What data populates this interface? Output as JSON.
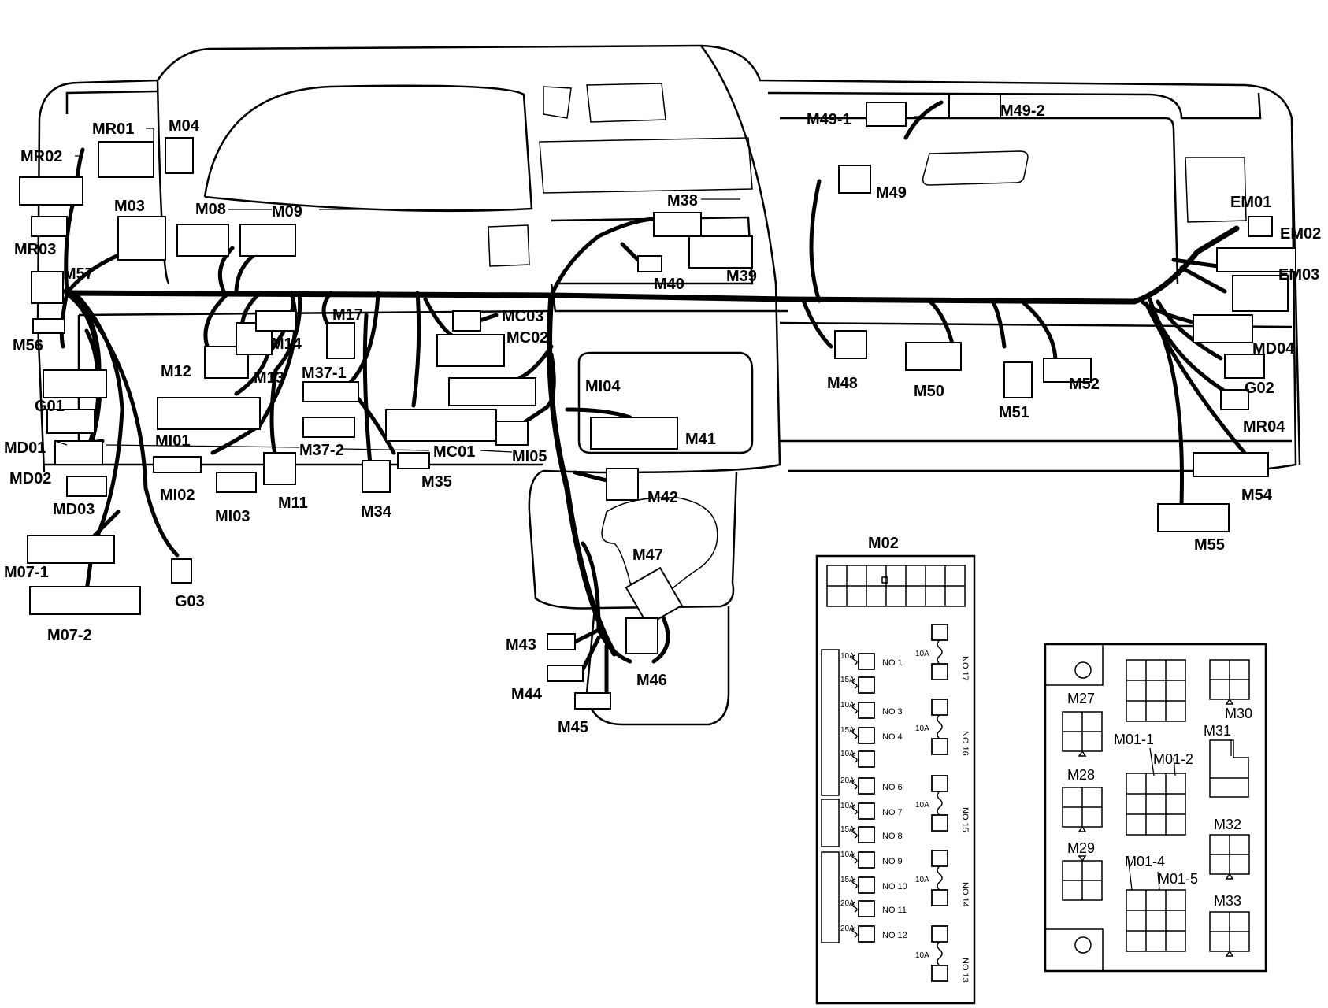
{
  "connectors": {
    "MR01": "MR01",
    "MR02": "MR02",
    "MR03": "MR03",
    "M04": "M04",
    "M03": "M03",
    "M08": "M08",
    "M09": "M09",
    "M57": "M57",
    "M56": "M56",
    "G01": "G01",
    "MD01": "MD01",
    "MD02": "MD02",
    "MD03": "MD03",
    "M07_1": "M07-1",
    "M07_2": "M07-2",
    "G03": "G03",
    "M12": "M12",
    "M13": "M13",
    "M14": "M14",
    "M17": "M17",
    "MI01": "MI01",
    "MI02": "MI02",
    "MI03": "MI03",
    "M11": "M11",
    "M37_1": "M37-1",
    "M37_2": "M37-2",
    "M34": "M34",
    "M35": "M35",
    "MC01": "MC01",
    "MC02": "MC02",
    "MC03": "MC03",
    "MI05": "MI05",
    "MI04": "MI04",
    "M41": "M41",
    "M38": "M38",
    "M39": "M39",
    "M40": "M40",
    "M42": "M42",
    "M47": "M47",
    "M46": "M46",
    "M43": "M43",
    "M44": "M44",
    "M45": "M45",
    "M49_1": "M49-1",
    "M49_2": "M49-2",
    "M49": "M49",
    "M48": "M48",
    "M50": "M50",
    "M51": "M51",
    "M52": "M52",
    "EM01": "EM01",
    "EM02": "EM02",
    "EM03": "EM03",
    "MD04": "MD04",
    "G02": "G02",
    "MR04": "MR04",
    "M54": "M54",
    "M55": "M55"
  },
  "fuse_box": {
    "title": "M02",
    "left_fuses": [
      {
        "amp": "10A",
        "no": "NO 1"
      },
      {
        "amp": "15A",
        "no": ""
      },
      {
        "amp": "10A",
        "no": "NO 3"
      },
      {
        "amp": "15A",
        "no": "NO 4"
      },
      {
        "amp": "10A",
        "no": ""
      },
      {
        "amp": "20A",
        "no": "NO 6"
      },
      {
        "amp": "10A",
        "no": "NO 7"
      },
      {
        "amp": "15A",
        "no": "NO 8"
      },
      {
        "amp": "10A",
        "no": "NO 9"
      },
      {
        "amp": "15A",
        "no": "NO 10"
      },
      {
        "amp": "20A",
        "no": "NO 11"
      },
      {
        "amp": "20A",
        "no": "NO 12"
      }
    ],
    "right_fuses": [
      {
        "amp": "10A",
        "no": "NO 17"
      },
      {
        "amp": "10A",
        "no": "NO 16"
      },
      {
        "amp": "10A",
        "no": "NO 15"
      },
      {
        "amp": "10A",
        "no": "NO 14"
      },
      {
        "amp": "10A",
        "no": "NO 13"
      }
    ]
  },
  "relay_box": {
    "M27": "M27",
    "M28": "M28",
    "M29": "M29",
    "M30": "M30",
    "M31": "M31",
    "M32": "M32",
    "M33": "M33",
    "M01_1": "M01-1",
    "M01_2": "M01-2",
    "M01_4": "M01-4",
    "M01_5": "M01-5"
  }
}
